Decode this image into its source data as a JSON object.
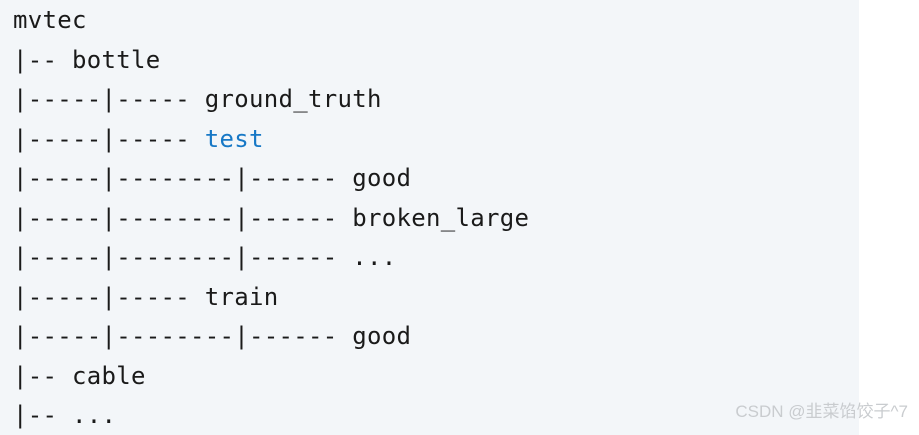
{
  "tree": {
    "description": "directory structure code block",
    "root": "mvtec",
    "lines": [
      {
        "prefix": "",
        "name": "mvtec",
        "highlighted": false
      },
      {
        "prefix": "|-- ",
        "name": "bottle",
        "highlighted": false
      },
      {
        "prefix": "|-----|----- ",
        "name": "ground_truth",
        "highlighted": false
      },
      {
        "prefix": "|-----|----- ",
        "name": "test",
        "highlighted": true
      },
      {
        "prefix": "|-----|--------|------ ",
        "name": "good",
        "highlighted": false
      },
      {
        "prefix": "|-----|--------|------ ",
        "name": "broken_large",
        "highlighted": false
      },
      {
        "prefix": "|-----|--------|------ ",
        "name": "...",
        "highlighted": false
      },
      {
        "prefix": "|-----|----- ",
        "name": "train",
        "highlighted": false
      },
      {
        "prefix": "|-----|--------|------ ",
        "name": "good",
        "highlighted": false
      },
      {
        "prefix": "|-- ",
        "name": "cable",
        "highlighted": false
      },
      {
        "prefix": "|-- ",
        "name": "...",
        "highlighted": false
      }
    ]
  },
  "watermark": {
    "text": "CSDN @韭菜馅饺子^7"
  },
  "colors": {
    "code_background": "#f3f6f9",
    "page_background": "#ffffff",
    "text": "#1a1a1a",
    "highlight_blue": "#1778c6",
    "watermark_gray": "#c9cccf"
  }
}
